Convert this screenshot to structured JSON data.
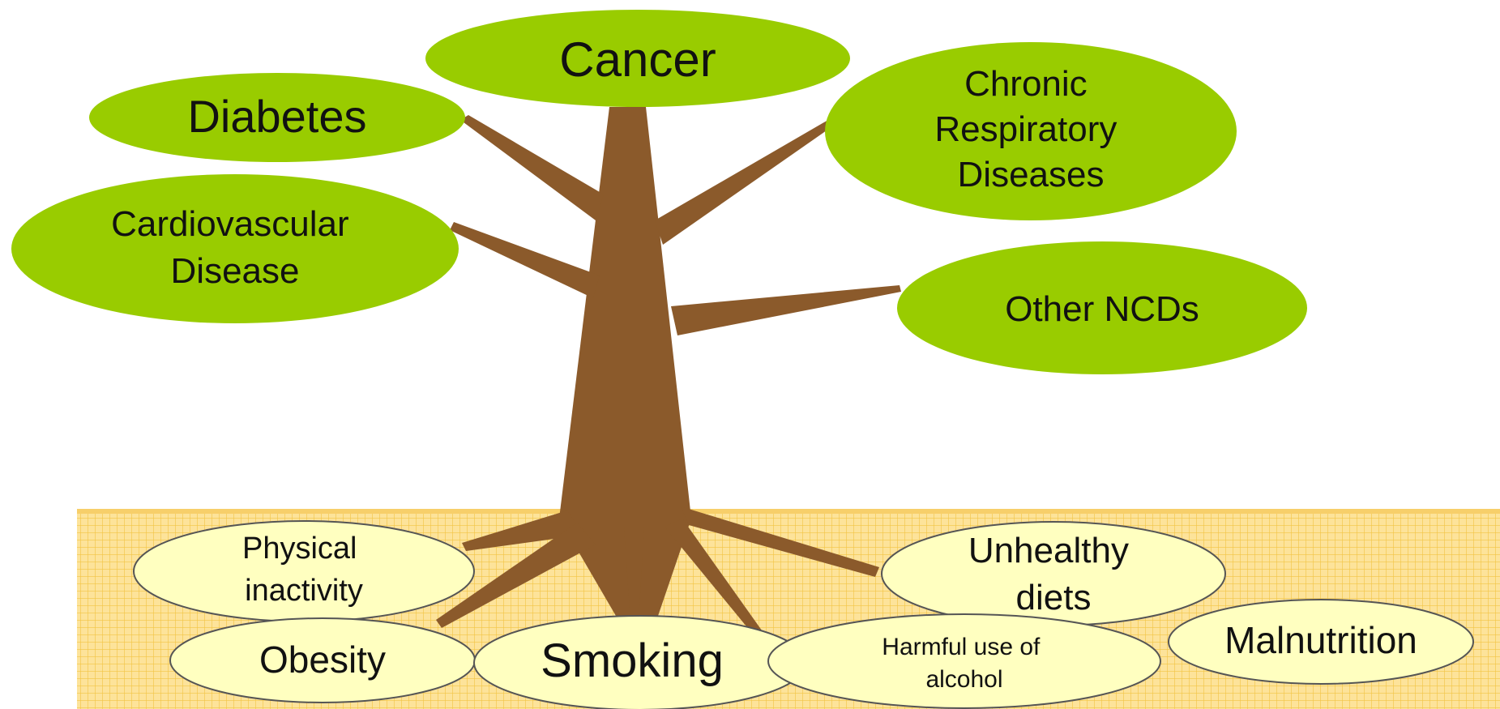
{
  "colors": {
    "leaf_fill": "#99cc00",
    "trunk_fill": "#8b5a2b",
    "soil_fill": "#fde39a",
    "soil_grid": "#f2c443",
    "root_oval_fill": "#ffffc0",
    "root_oval_stroke": "#555555",
    "text": "#111111"
  },
  "diseases": [
    {
      "id": "cancer",
      "lines": [
        "Cancer"
      ]
    },
    {
      "id": "diabetes",
      "lines": [
        "Diabetes"
      ]
    },
    {
      "id": "chronic-respiratory",
      "lines": [
        "Chronic",
        "Respiratory",
        "Diseases"
      ]
    },
    {
      "id": "cardiovascular",
      "lines": [
        "Cardiovascular",
        "Disease"
      ]
    },
    {
      "id": "other-ncds",
      "lines": [
        "Other NCDs"
      ]
    }
  ],
  "risk_factors": [
    {
      "id": "physical-inactivity",
      "lines": [
        "Physical",
        "inactivity"
      ]
    },
    {
      "id": "unhealthy-diets",
      "lines": [
        "Unhealthy",
        "diets"
      ]
    },
    {
      "id": "obesity",
      "lines": [
        "Obesity"
      ]
    },
    {
      "id": "smoking",
      "lines": [
        "Smoking"
      ]
    },
    {
      "id": "harmful-alcohol",
      "lines": [
        "Harmful use of",
        "alcohol"
      ]
    },
    {
      "id": "malnutrition",
      "lines": [
        "Malnutrition"
      ]
    }
  ]
}
